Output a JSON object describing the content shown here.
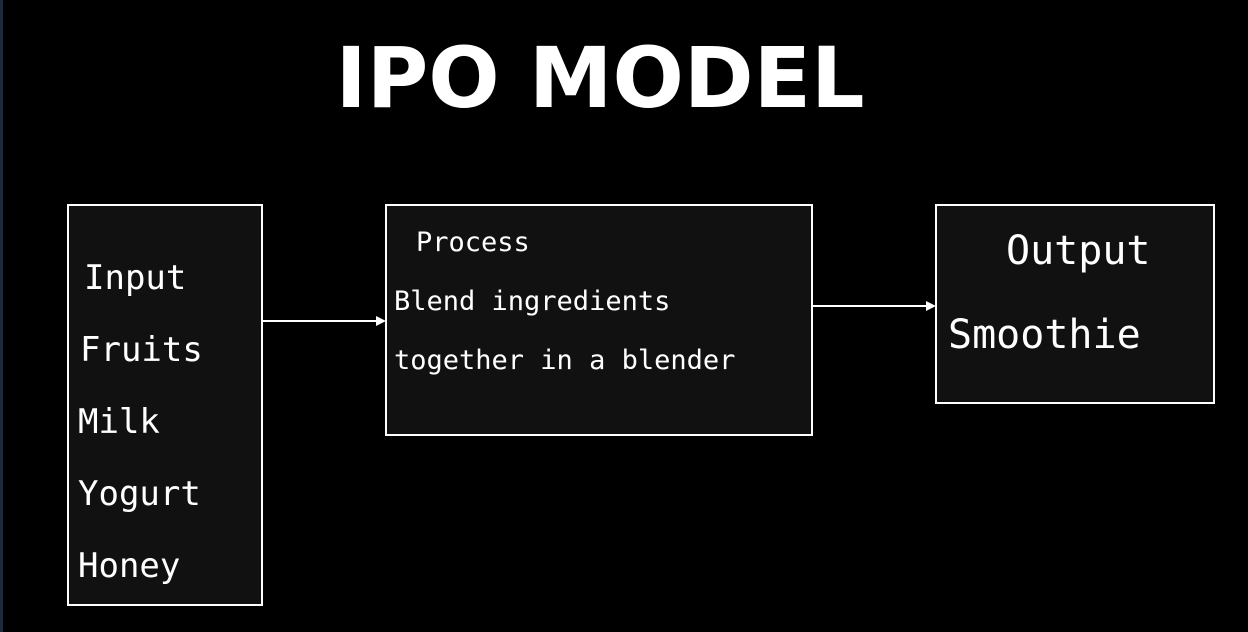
{
  "title": "IPO MODEL",
  "input": {
    "heading": "Input",
    "items": [
      "Fruits",
      "Milk",
      "Yogurt",
      "Honey"
    ]
  },
  "process": {
    "heading": "Process",
    "lines": [
      "Blend ingredients",
      "together in a blender"
    ]
  },
  "output": {
    "heading": "Output",
    "value": "Smoothie"
  },
  "colors": {
    "background": "#000000",
    "box_fill": "#111111",
    "stroke": "#ffffff",
    "text": "#ffffff"
  }
}
